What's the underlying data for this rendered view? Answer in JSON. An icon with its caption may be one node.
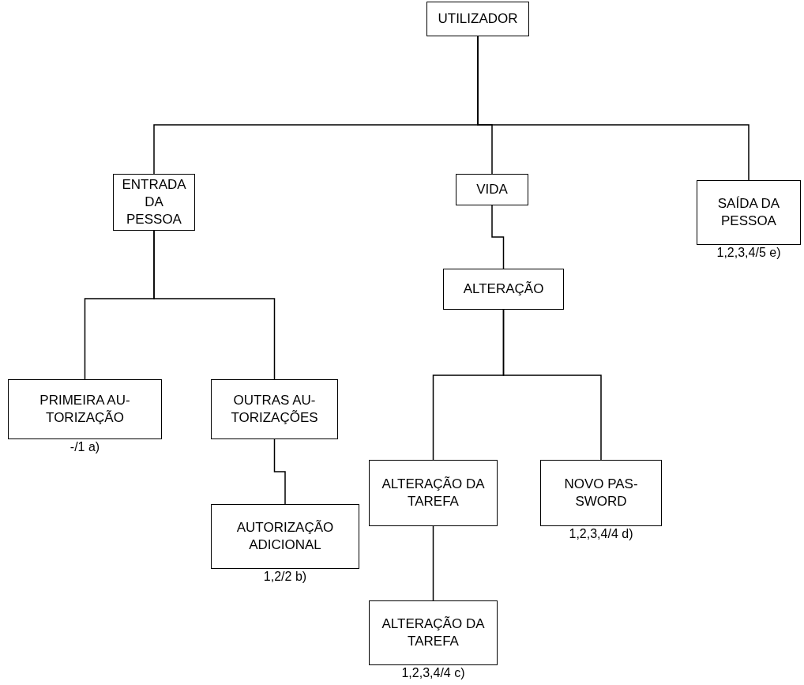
{
  "diagram": {
    "nodes": [
      {
        "text": [
          "UTILIZADOR"
        ]
      },
      {
        "text": [
          "ENTRADA DA PESSOA"
        ]
      },
      {
        "text": [
          "VIDA"
        ]
      },
      {
        "text": [
          "SAÍDA DA PESSOA"
        ],
        "beside": [
          "1,2,3,4/5 e)"
        ]
      },
      {
        "text": [
          "ALTERAÇÃO"
        ]
      },
      {
        "text": [
          "PRIMEIRA AU- TORIZAÇÃO"
        ],
        "beside": [
          "-/1 a)"
        ]
      },
      {
        "text": [
          "OUTRAS AU- TORIZAÇÕES"
        ]
      },
      {
        "text": [
          "ALTERAÇÃO DA TAREFA"
        ]
      },
      {
        "text": [
          "NOVO PAS- SWORD"
        ],
        "beside": [
          "1,2,3,4/4 d)"
        ]
      },
      {
        "text": [
          "AUTORIZAÇÃO ADICIONAL"
        ],
        "beside": [
          "1,2/2 b)"
        ]
      },
      {
        "text": [
          "ALTERAÇÃO DA TAREFA"
        ],
        "beside": [
          "1,2,3,4/4 c)"
        ]
      }
    ],
    "edges": [
      {
        "from": 0,
        "to": 1,
        "arrow": "none"
      },
      {
        "from": 0,
        "to": 2,
        "arrow": "none"
      },
      {
        "from": 0,
        "to": 3,
        "arrow": "none"
      },
      {
        "from": 1,
        "to": 5,
        "arrow": "none"
      },
      {
        "from": 1,
        "to": 6,
        "arrow": "none"
      },
      {
        "from": 2,
        "to": 4,
        "arrow": "none"
      },
      {
        "from": 4,
        "to": 7,
        "arrow": "none"
      },
      {
        "from": 4,
        "to": 8,
        "arrow": "none"
      },
      {
        "from": 6,
        "to": 9,
        "arrow": "none"
      },
      {
        "from": 7,
        "to": 10,
        "arrow": "none"
      }
    ]
  }
}
